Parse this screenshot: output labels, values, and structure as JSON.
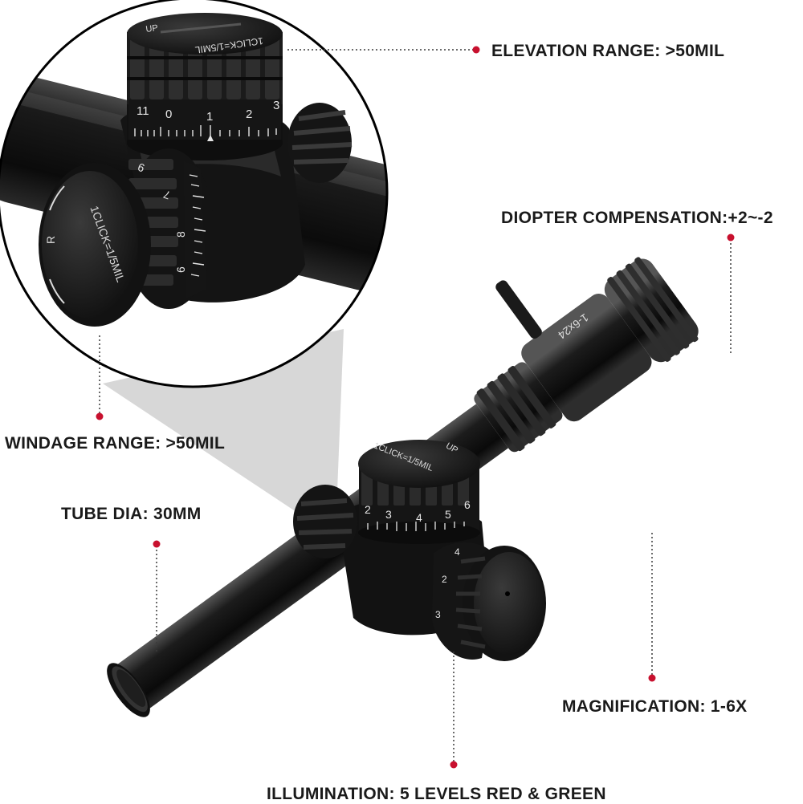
{
  "callouts": {
    "elevation": "ELEVATION RANGE: >50MIL",
    "diopter": "DIOPTER COMPENSATION:+2~-2",
    "windage": "WINDAGE RANGE: >50MIL",
    "tube": "TUBE DIA: 30MM",
    "magnification": "MAGNIFICATION: 1-6X",
    "illumination": "ILLUMINATION: 5 LEVELS RED & GREEN"
  },
  "turret_markings": {
    "elevation_cap_up": "UP",
    "elevation_cap_click": "1CLICK=1/5MIL",
    "elevation_scale": [
      "11",
      "0",
      "1",
      "2",
      "3"
    ],
    "windage_cap_r": "R",
    "windage_cap_click": "1CLICK=1/5MIL",
    "windage_scale": [
      "9",
      "7",
      "8",
      "6"
    ],
    "main_elevation_scale": [
      "2",
      "3",
      "4",
      "5",
      "6"
    ],
    "illumination_scale": [
      "4",
      "2",
      "3"
    ],
    "magnification_ring": "1-6x24"
  },
  "accent_color": "#c8102e"
}
